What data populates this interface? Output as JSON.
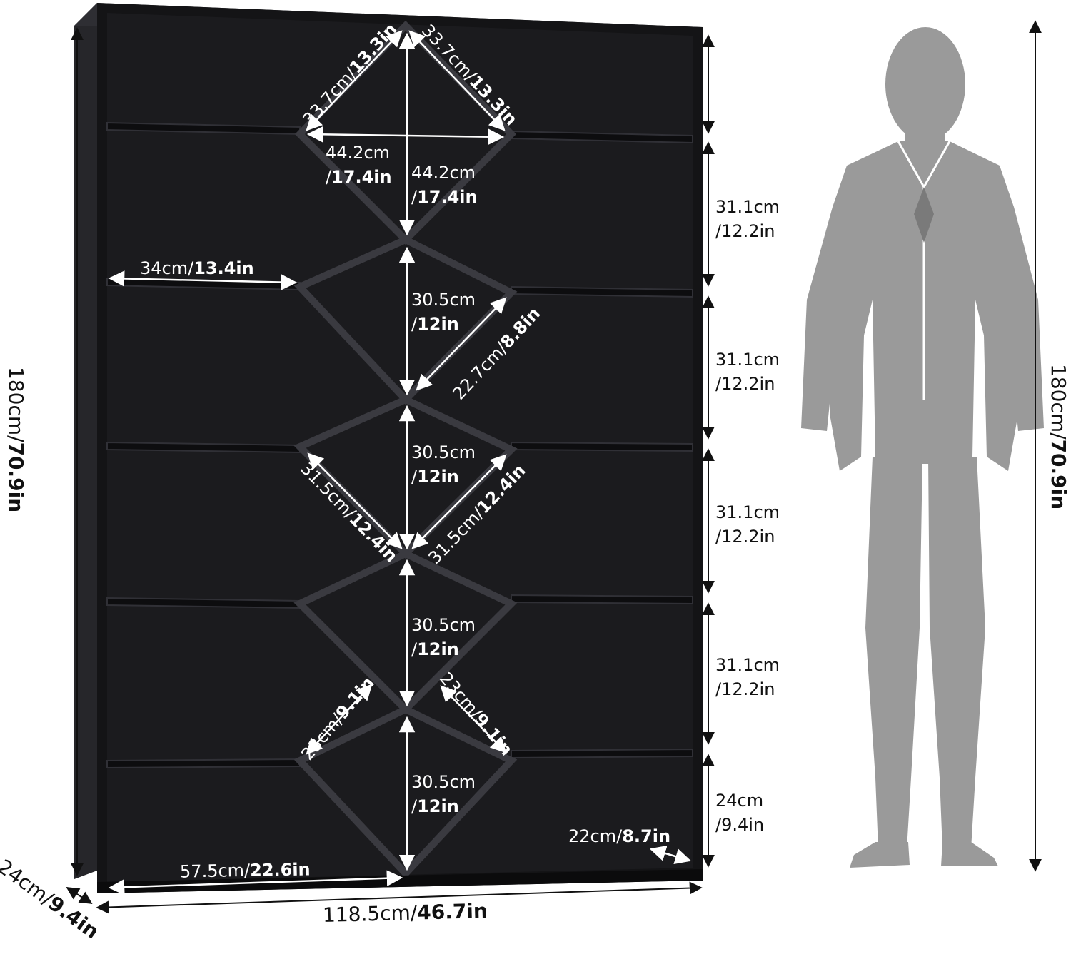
{
  "colors": {
    "background": "#ffffff",
    "shelf_body": "#141416",
    "shelf_edge": "#2c2c30",
    "back_panel": "#1a1a1d",
    "silhouette": "#9a9a9a",
    "dimension_line_on_dark": "#ffffff",
    "dimension_line_on_light": "#111111"
  },
  "labels": {
    "total_height_left": {
      "metric": "180cm",
      "imperial": "70.9in"
    },
    "total_height_right": {
      "metric": "180cm",
      "imperial": "70.9in"
    },
    "total_width": {
      "metric": "118.5cm",
      "imperial": "46.7in"
    },
    "depth": {
      "metric": "24cm",
      "imperial": "9.4in"
    },
    "top_diamond_left_edge": {
      "metric": "33.7cm",
      "imperial": "13.3in"
    },
    "top_diamond_right_edge": {
      "metric": "33.7cm",
      "imperial": "13.3in"
    },
    "top_diamond_width": {
      "metric": "44.2cm",
      "imperial": "17.4in"
    },
    "top_diamond_height": {
      "metric": "44.2cm",
      "imperial": "17.4in"
    },
    "side_shelf_width": {
      "metric": "34cm",
      "imperial": "13.4in"
    },
    "center_gap_1": {
      "metric": "30.5cm",
      "imperial": "12in"
    },
    "center_gap_2": {
      "metric": "30.5cm",
      "imperial": "12in"
    },
    "center_gap_3": {
      "metric": "30.5cm",
      "imperial": "12in"
    },
    "center_gap_4": {
      "metric": "30.5cm",
      "imperial": "12in"
    },
    "small_diagonal": {
      "metric": "22.7cm",
      "imperial": "8.8in"
    },
    "middle_diagonal_left": {
      "metric": "31.5cm",
      "imperial": "12.4in"
    },
    "middle_diagonal_right": {
      "metric": "31.5cm",
      "imperial": "12.4in"
    },
    "lower_diagonal_left": {
      "metric": "23cm",
      "imperial": "9.1in"
    },
    "lower_diagonal_right": {
      "metric": "23cm",
      "imperial": "9.1in"
    },
    "bottom_half_width": {
      "metric": "57.5cm",
      "imperial": "22.6in"
    },
    "inner_depth": {
      "metric": "22cm",
      "imperial": "8.7in"
    },
    "tier_heights": [
      {
        "metric": "31.1cm",
        "imperial": "/12.2in"
      },
      {
        "metric": "31.1cm",
        "imperial": "/12.2in"
      },
      {
        "metric": "31.1cm",
        "imperial": "/12.2in"
      },
      {
        "metric": "31.1cm",
        "imperial": "/12.2in"
      },
      {
        "metric": "24cm",
        "imperial": "/9.4in"
      }
    ],
    "separator": "/"
  }
}
